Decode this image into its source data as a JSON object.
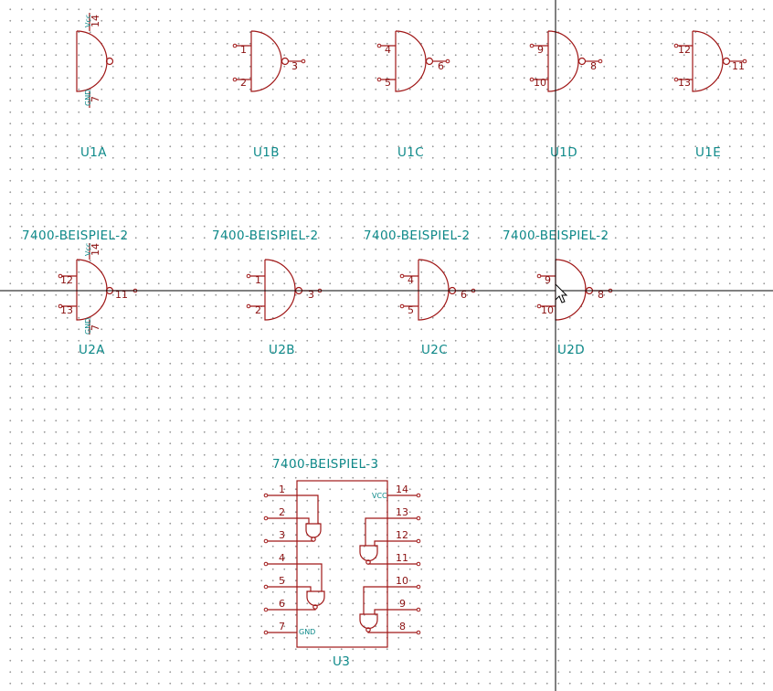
{
  "schematic": {
    "colors": {
      "symbol": "#a01818",
      "reference_text": "#0f8a8a",
      "wire": "#000000",
      "background": "#ffffff",
      "grid_dot": "#9a9a9a"
    },
    "pwr_labels": {
      "vcc": "Vcc",
      "gnd": "GND"
    },
    "row1": {
      "gates": [
        {
          "ref": "U1A",
          "in_a": "",
          "in_b": "",
          "out": "",
          "vcc_pin": "14",
          "gnd_pin": "7"
        },
        {
          "ref": "U1B",
          "in_a": "1",
          "in_b": "2",
          "out": "3"
        },
        {
          "ref": "U1C",
          "in_a": "4",
          "in_b": "5",
          "out": "6"
        },
        {
          "ref": "U1D",
          "in_a": "9",
          "in_b": "10",
          "out": "8"
        },
        {
          "ref": "U1E",
          "in_a": "12",
          "in_b": "13",
          "out": "11"
        }
      ]
    },
    "row2": {
      "gates": [
        {
          "ref": "U2A",
          "value": "7400-BEISPIEL-2",
          "in_a": "12",
          "in_b": "13",
          "out": "11",
          "vcc_pin": "14",
          "gnd_pin": "7"
        },
        {
          "ref": "U2B",
          "value": "7400-BEISPIEL-2",
          "in_a": "1",
          "in_b": "2",
          "out": "3"
        },
        {
          "ref": "U2C",
          "value": "7400-BEISPIEL-2",
          "in_a": "4",
          "in_b": "5",
          "out": "6"
        },
        {
          "ref": "U2D",
          "value": "7400-BEISPIEL-2",
          "in_a": "9",
          "in_b": "10",
          "out": "8"
        }
      ]
    },
    "u3": {
      "ref": "U3",
      "value": "7400-BEISPIEL-3",
      "left_pins": [
        "1",
        "2",
        "3",
        "4",
        "5",
        "6",
        "7"
      ],
      "right_pins": [
        "14",
        "13",
        "12",
        "11",
        "10",
        "9",
        "8"
      ],
      "vcc_label": "VCC",
      "gnd_label": "GND"
    }
  }
}
